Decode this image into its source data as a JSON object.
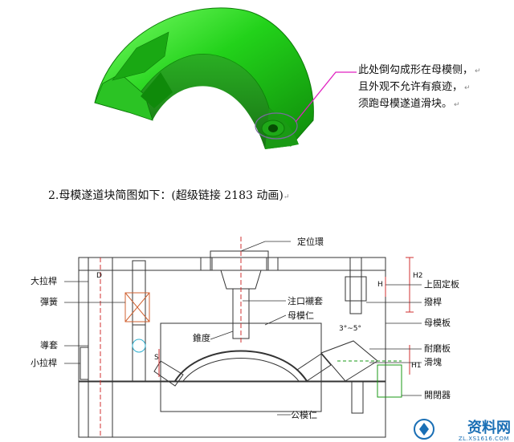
{
  "note": {
    "lines": [
      "此处倒勾成形在母模侧，",
      "且外观不允许有痕迹，",
      "须跑母模遂道滑块。"
    ],
    "return_mark": "↵"
  },
  "caption": {
    "text": "2.母模遂道块简图如下：(超级链接 2183 动画)",
    "return_mark": "↵"
  },
  "diagram": {
    "labels": {
      "locating_ring": "定位環",
      "sprue_bushing": "注口襯套",
      "cavity_insert": "母模仁",
      "draft": "錐度",
      "core_insert": "公模仁",
      "top_clamp_plate": "上固定板",
      "pull_rod": "撥桿",
      "cavity_plate": "母模板",
      "wear_plate": "耐磨板",
      "slide_block": "滑塊",
      "opening_device": "開閉器",
      "big_pull_rod": "大拉桿",
      "spring": "彈簧",
      "guide_bush": "導套",
      "small_pull_rod": "小拉桿",
      "angle": "3°~5°",
      "dim_h": "H",
      "dim_h1": "H1",
      "dim_h2": "H2",
      "dim_s": "S",
      "dim_d": "D"
    }
  },
  "watermark": {
    "text": "资料网",
    "url": "ZL.XS1616.COM"
  }
}
